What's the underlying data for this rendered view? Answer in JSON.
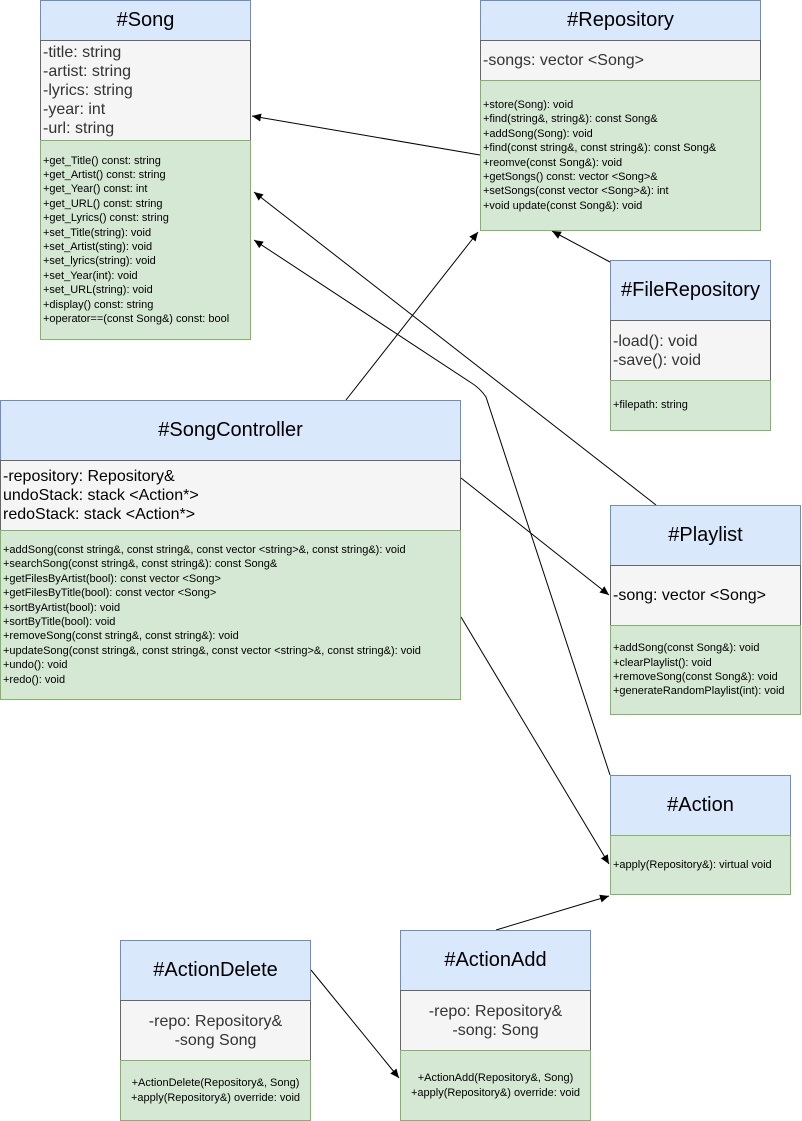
{
  "classes": {
    "song": {
      "name": "#Song",
      "attributes": [
        "-title: string",
        "-artist: string",
        "-lyrics: string",
        "-year: int",
        "-url: string"
      ],
      "operations": [
        "+get_Title() const: string",
        "+get_Artist() const: string",
        "+get_Year() const: int",
        "+get_URL() const: string",
        "+get_Lyrics() const: string",
        "+set_Title(string): void",
        "+set_Artist(sting): void",
        "+set_lyrics(string): void",
        "+set_Year(int): void",
        "+set_URL(string): void",
        "+display() const: string",
        "+operator==(const Song&) const: bool"
      ]
    },
    "repository": {
      "name": "#Repository",
      "attributes": [
        "-songs: vector <Song>"
      ],
      "operations": [
        "+store(Song): void",
        "+find(string&, string&): const Song&",
        "+addSong(Song): void",
        "+find(const string&, const string&): const Song&",
        "+reomve(const Song&): void",
        "+getSongs() const: vector <Song>&",
        "+setSongs(const vector <Song>&): int",
        "+void update(const Song&): void"
      ]
    },
    "file_repository": {
      "name": "#FileRepository",
      "attributes": [
        "-load(): void",
        "-save(): void"
      ],
      "operations": [
        "+filepath: string"
      ]
    },
    "song_controller": {
      "name": "#SongController",
      "attributes": [
        "-repository: Repository&",
        "undoStack: stack <Action*>",
        "redoStack: stack <Action*>"
      ],
      "operations": [
        "+addSong(const string&, const string&, const vector <string>&, const string&): void",
        "+searchSong(const string&, const string&): const Song&",
        "+getFilesByArtist(bool): const vector <Song>",
        "+getFilesByTitle(bool): const vector <Song>",
        "+sortByArtist(bool): void",
        "+sortByTitle(bool): void",
        "+removeSong(const string&, const string&): void",
        "+updateSong(const string&, const string&, const vector <string>&, const string&): void",
        "+undo(): void",
        "+redo(): void"
      ]
    },
    "playlist": {
      "name": "#Playlist",
      "attributes": [
        "-song: vector <Song>"
      ],
      "operations": [
        "+addSong(const Song&): void",
        "+clearPlaylist(): void",
        "+removeSong(const Song&): void",
        "+generateRandomPlaylist(int): void"
      ]
    },
    "action": {
      "name": "#Action",
      "attributes": [],
      "operations": [
        "+apply(Repository&): virtual void"
      ]
    },
    "action_delete": {
      "name": "#ActionDelete",
      "attributes": [
        "-repo: Repository&",
        "-song Song"
      ],
      "operations": [
        "+ActionDelete(Repository&, Song)",
        "+apply(Repository&) override: void"
      ]
    },
    "action_add": {
      "name": "#ActionAdd",
      "attributes": [
        "-repo: Repository&",
        "-song: Song"
      ],
      "operations": [
        "+ActionAdd(Repository&, Song)",
        "+apply(Repository&) override: void"
      ]
    }
  },
  "colors": {
    "header_fill": "#dae8fc",
    "header_stroke": "#6c8ebf",
    "attr_fill": "#f5f5f5",
    "attr_stroke": "#666666",
    "ops_fill": "#d5e8d4",
    "ops_stroke": "#82b366",
    "edge": "#000000"
  }
}
